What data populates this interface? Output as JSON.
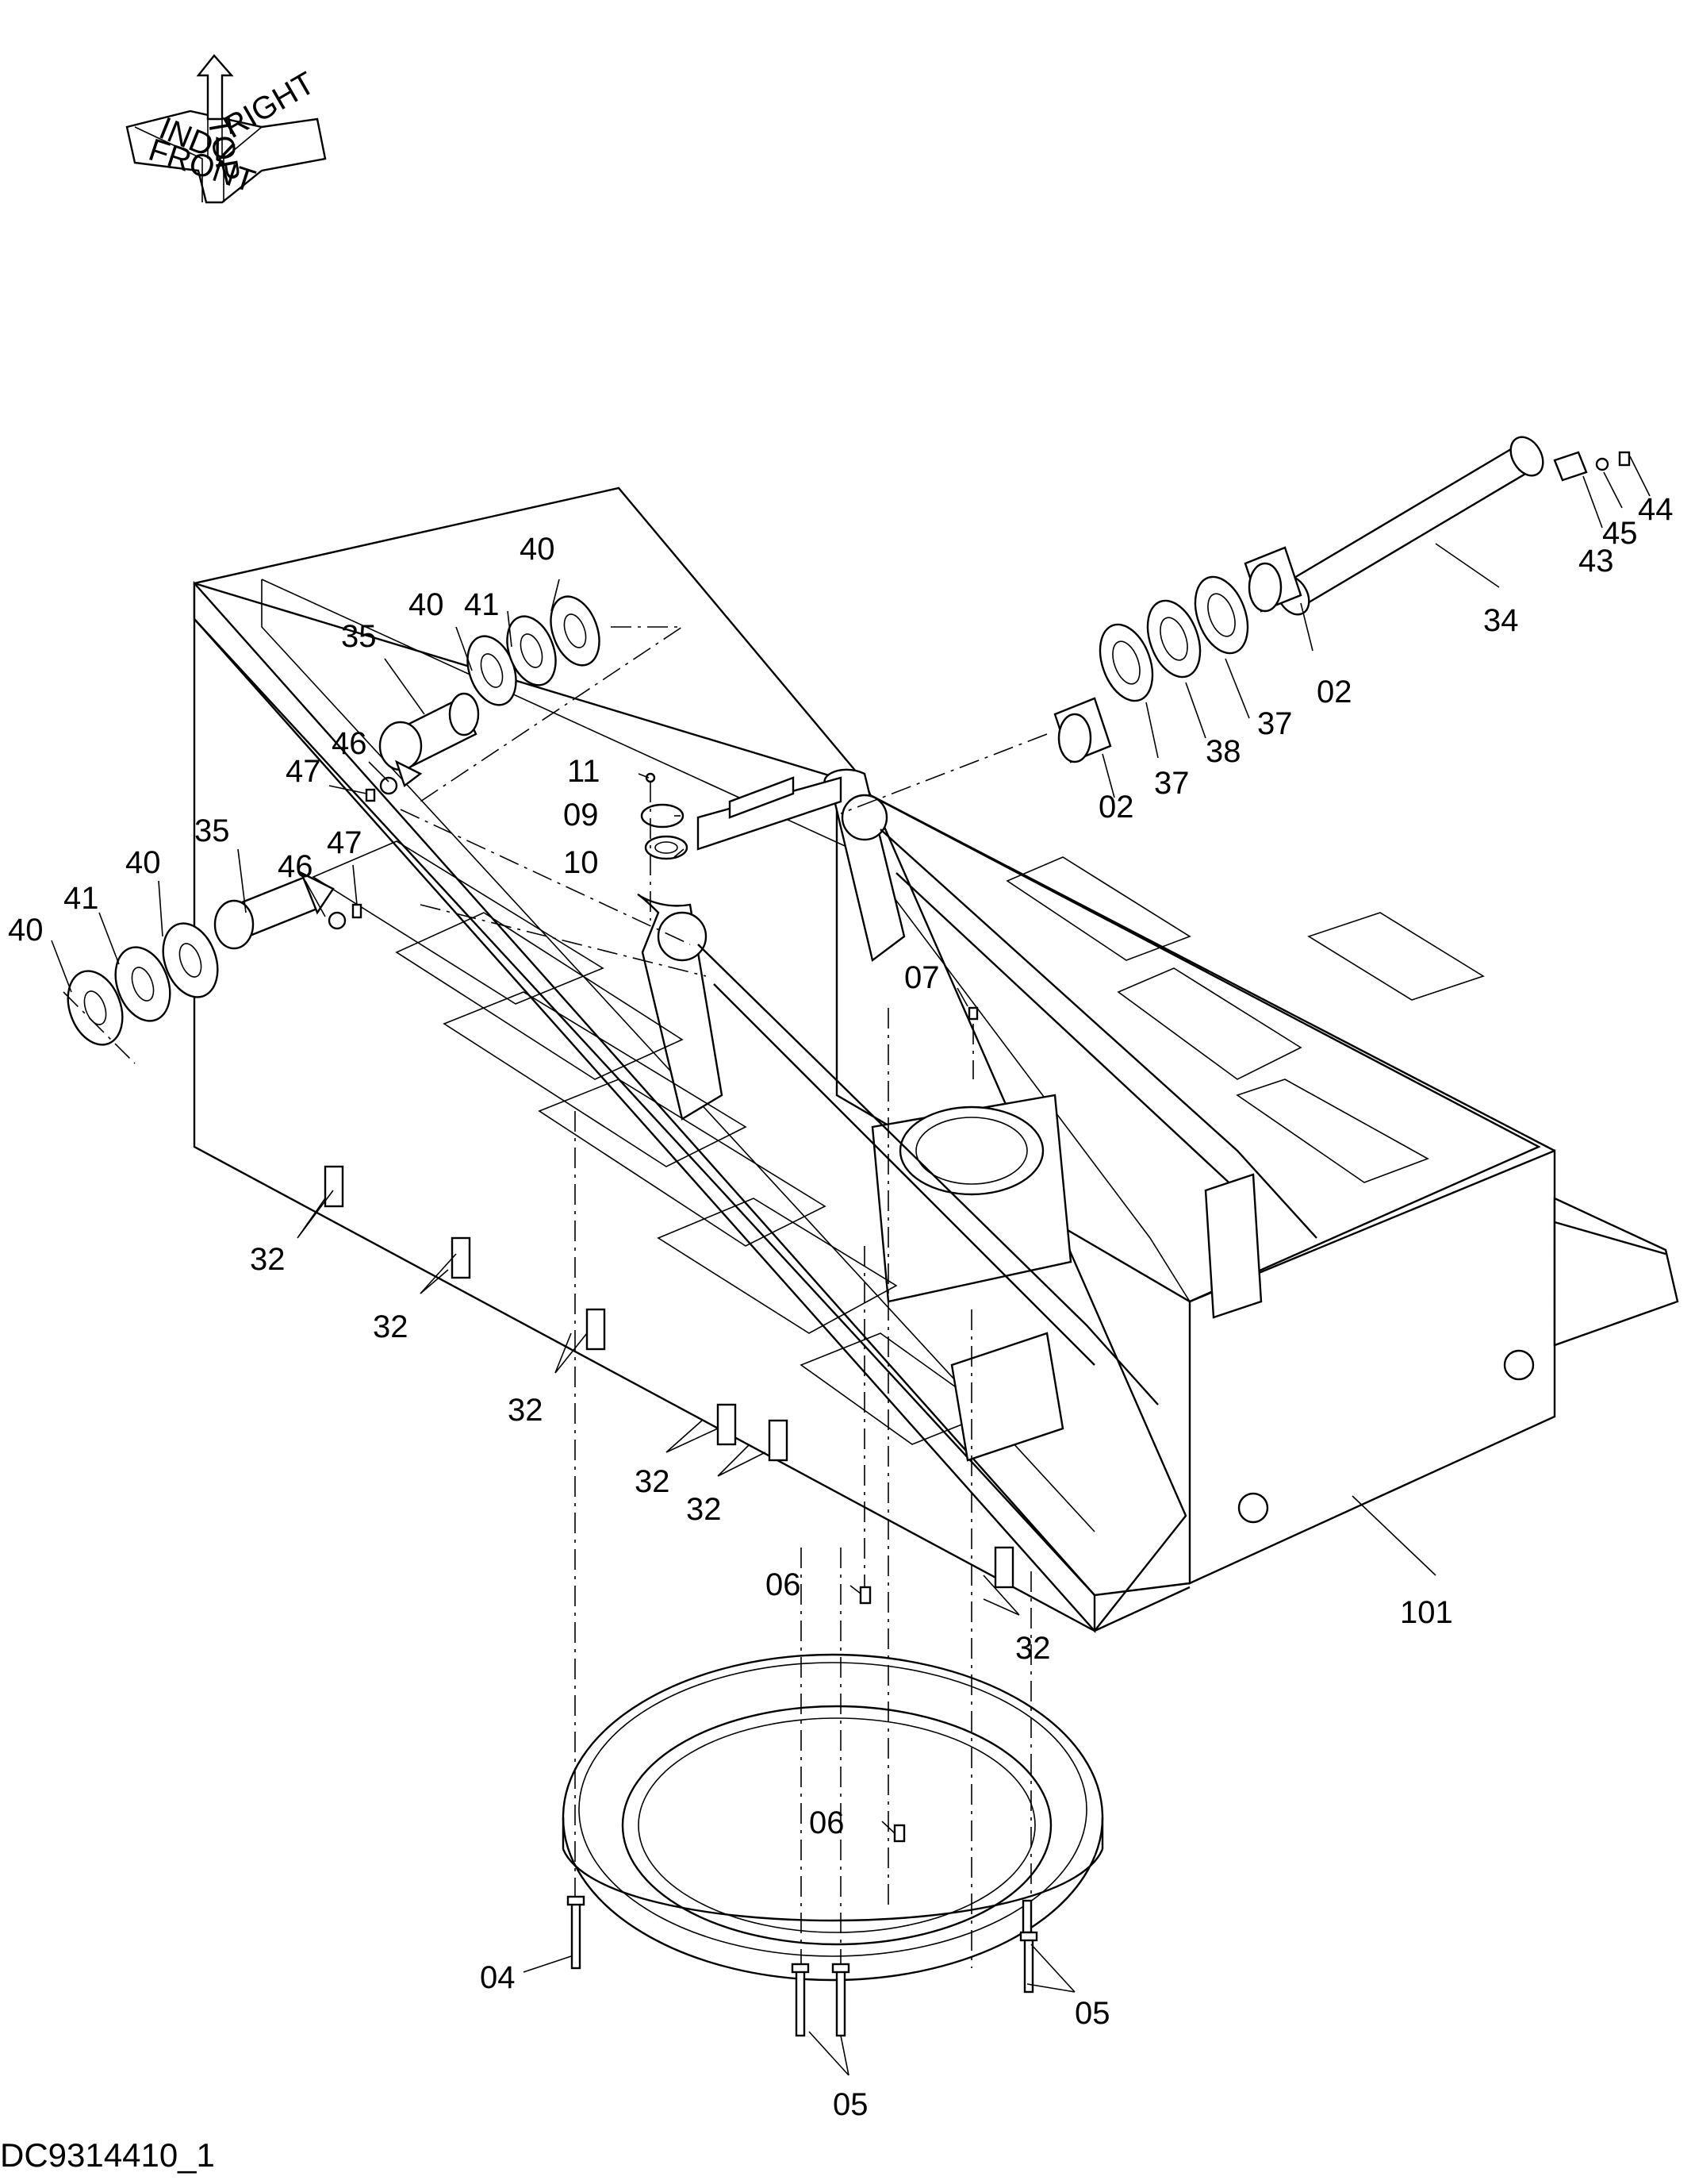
{
  "drawing": {
    "reference": "DC9314410_1"
  },
  "orientation_badge": {
    "labels": [
      "INDV",
      "TOP",
      "RIGHT",
      "FRONT"
    ]
  },
  "callouts": {
    "p101": "101",
    "p02a": "02",
    "p02b": "02",
    "p04": "04",
    "p05a": "05",
    "p05b": "05",
    "p06a": "06",
    "p06b": "06",
    "p07": "07",
    "p09": "09",
    "p10": "10",
    "p11": "11",
    "p32a": "32",
    "p32b": "32",
    "p32c": "32",
    "p32d": "32",
    "p32e": "32",
    "p32f": "32",
    "p34": "34",
    "p35a": "35",
    "p35b": "35",
    "p37a": "37",
    "p37b": "37",
    "p38": "38",
    "p40a": "40",
    "p40b": "40",
    "p40c": "40",
    "p40d": "40",
    "p41a": "41",
    "p41b": "41",
    "p43": "43",
    "p44": "44",
    "p45": "45",
    "p46a": "46",
    "p46b": "46",
    "p47a": "47",
    "p47b": "47"
  }
}
